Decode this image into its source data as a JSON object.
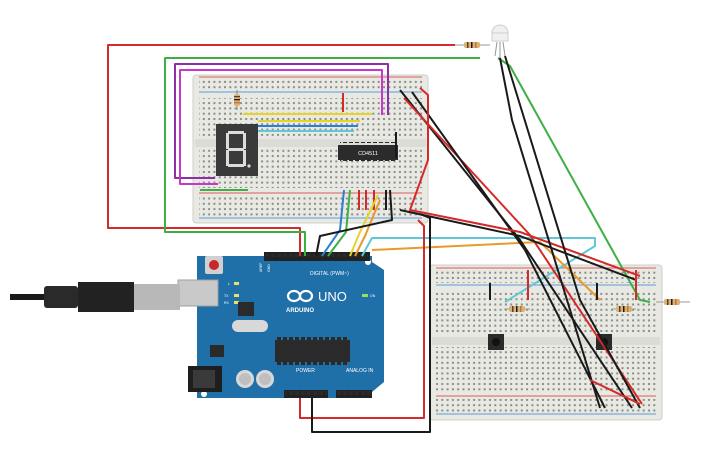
{
  "ic": {
    "label": "CD4511"
  },
  "arduino": {
    "brand": "ARDUINO",
    "model": "UNO",
    "digital_header": "DIGITAL (PWM~)",
    "power_label": "POWER",
    "analog_label": "ANALOG IN",
    "on_label": "ON",
    "aref": "AREF",
    "gnd": "GND",
    "tx": "TX",
    "rx": "RX",
    "l": "L"
  },
  "colors": {
    "wire_red": "#d42a2a",
    "wire_black": "#1a1a1a",
    "wire_green": "#3cb043",
    "wire_yellow": "#e8d22a",
    "wire_blue": "#2b7fd4",
    "wire_purple": "#8e2fa8",
    "wire_magenta": "#c838c8",
    "wire_orange": "#e89a2a",
    "wire_cyan": "#5ec8d8",
    "arduino_board": "#1f6fa8",
    "breadboard": "#e9e9e4"
  },
  "icons": {
    "usb": "usb-b-cable-icon",
    "reset": "reset-button-icon",
    "display": "seven-segment-display-icon",
    "led": "rgb-led-icon"
  }
}
